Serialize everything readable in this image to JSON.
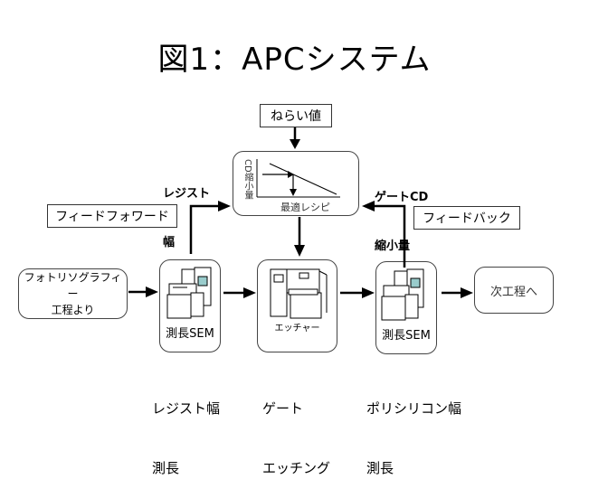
{
  "title": "図1：APCシステム",
  "target": {
    "label": "ねらい値"
  },
  "recipe_box": {
    "y_axis_label": "CD縮小量",
    "x_axis_label": "最適レシピ"
  },
  "resist_width_label": {
    "line1": "レジスト",
    "line2": "幅"
  },
  "gate_cd_label": {
    "line1": "ゲートCD",
    "line2": "縮小量"
  },
  "feedforward": {
    "label": "フィードフォワード"
  },
  "feedback": {
    "label": "フィードバック"
  },
  "process": {
    "photolithography": {
      "line1": "フォトリソグラフィー",
      "line2": "工程より"
    },
    "sem_left": {
      "label": "測長SEM",
      "caption_line1": "レジスト幅",
      "caption_line2": "測長"
    },
    "etcher": {
      "label": "エッチャー",
      "caption_line1": "ゲート",
      "caption_line2": "エッチング"
    },
    "sem_right": {
      "label": "測長SEM",
      "caption_line1": "ポリシリコン幅",
      "caption_line2": "測長"
    },
    "next_process": {
      "label": "次工程へ"
    }
  },
  "colors": {
    "line": "#000000",
    "box_border": "#444444",
    "background": "#ffffff"
  }
}
